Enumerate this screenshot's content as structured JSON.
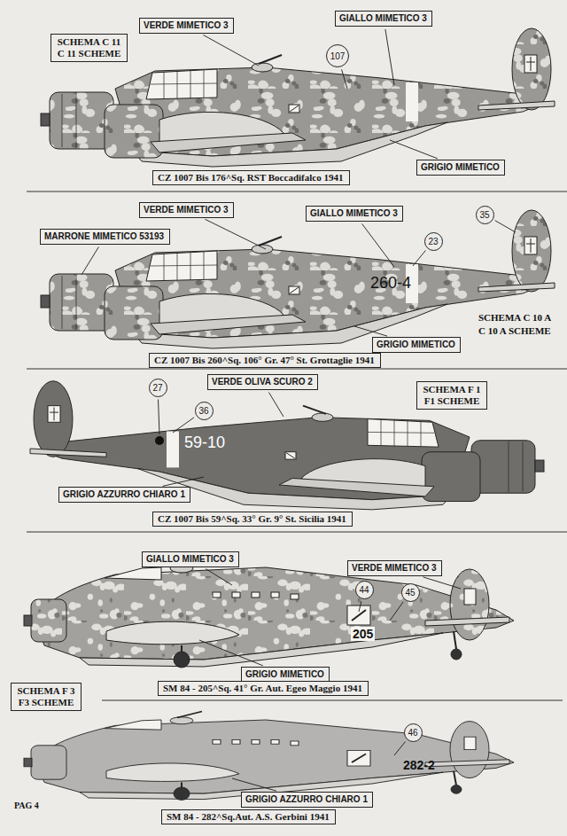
{
  "diagram": {
    "nodes": [
      {
        "text": [
          "SCHEMA C 11",
          "C 11 SCHEME"
        ]
      },
      {
        "text": [
          "VERDE MIMETICO 3"
        ]
      },
      {
        "text": [
          "GIALLO MIMETICO 3"
        ]
      },
      {
        "text": [
          "107"
        ]
      },
      {
        "text": [
          "GRIGIO MIMETICO"
        ]
      },
      {
        "text": [
          "CZ 1007 Bis 176^Sq. RST Boccadifalco 1941"
        ]
      },
      {
        "text": [
          "VERDE MIMETICO 3"
        ]
      },
      {
        "text": [
          "MARRONE MIMETICO 53193"
        ]
      },
      {
        "text": [
          "GIALLO MIMETICO 3"
        ]
      },
      {
        "text": [
          "35"
        ]
      },
      {
        "text": [
          "23"
        ]
      },
      {
        "text": [
          "GRIGIO MIMETICO"
        ]
      },
      {
        "text": [
          "CZ 1007 Bis 260^Sq. 106° Gr. 47° St. Grottaglie 1941"
        ]
      },
      {
        "text": [
          "27"
        ]
      },
      {
        "text": [
          "36"
        ]
      },
      {
        "text": [
          "VERDE OLIVA SCURO 2"
        ]
      },
      {
        "text": [
          "SCHEMA F 1",
          "F1 SCHEME"
        ]
      },
      {
        "text": [
          "GRIGIO AZZURRO CHIARO 1"
        ]
      },
      {
        "text": [
          "CZ 1007 Bis 59^Sq. 33° Gr. 9° St. Sicilia 1941"
        ]
      },
      {
        "text": [
          "GIALLO MIMETICO 3"
        ]
      },
      {
        "text": [
          "VERDE MIMETICO 3"
        ]
      },
      {
        "text": [
          "44"
        ]
      },
      {
        "text": [
          "45"
        ]
      },
      {
        "text": [
          "GRIGIO MIMETICO"
        ]
      },
      {
        "text": [
          "SM 84 - 205^Sq. 41° Gr. Aut. Egeo Maggio 1941"
        ]
      },
      {
        "text": [
          "SCHEMA F 3",
          "F3 SCHEME"
        ]
      },
      {
        "text": [
          "46"
        ]
      },
      {
        "text": [
          "GRIGIO AZZURRO CHIARO 1"
        ]
      },
      {
        "text": [
          "SM 84 - 282^Sq.Aut. A.S. Gerbini 1941"
        ]
      }
    ],
    "labels": [
      "260-4",
      "SCHEMA C 10 A",
      "C 10 A SCHEME",
      "59-10",
      "205",
      "282-2",
      "PAG 4"
    ]
  }
}
